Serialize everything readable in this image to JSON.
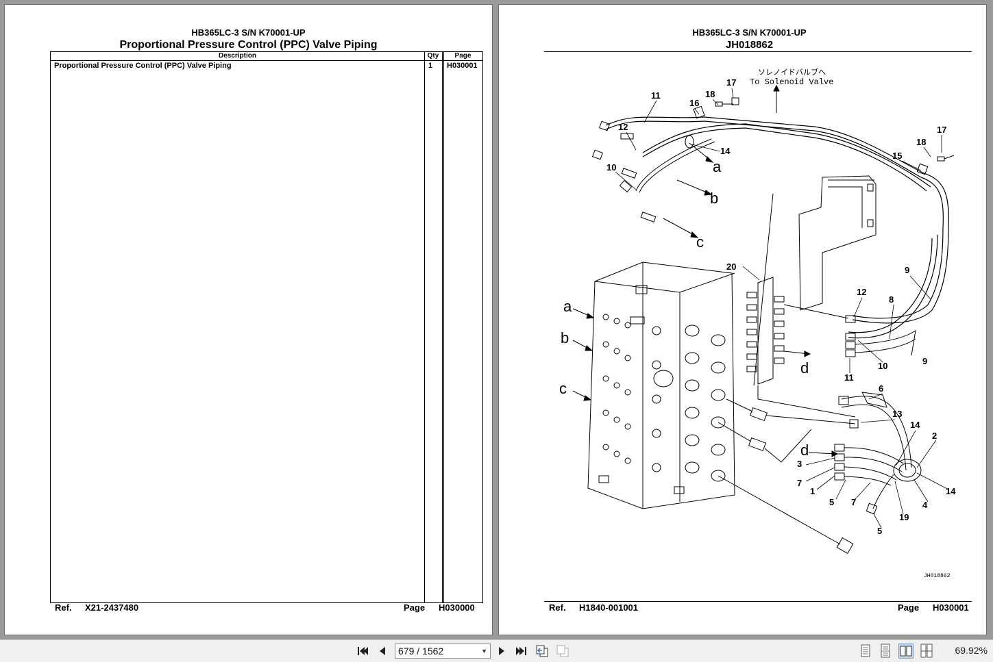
{
  "left_page": {
    "model": "HB365LC-3 S/N K70001-UP",
    "title": "Proportional Pressure Control (PPC) Valve Piping",
    "table": {
      "headers": [
        "Description",
        "Qty",
        "Page"
      ],
      "rows": [
        {
          "description": "Proportional Pressure Control (PPC) Valve Piping",
          "qty": "1",
          "page": "H030001"
        }
      ]
    },
    "footer": {
      "ref_label": "Ref.",
      "ref_value": "X21-2437480",
      "page_label": "Page",
      "page_value": "H030000"
    }
  },
  "right_page": {
    "model": "HB365LC-3 S/N K70001-UP",
    "title": "JH018862",
    "diagram": {
      "note_jp": "ソレノイドバルブへ",
      "note_en": "To Solenoid Valve",
      "drawing_id": "JH018862",
      "callouts": [
        "17",
        "18",
        "11",
        "16",
        "12",
        "14",
        "10",
        "17",
        "18",
        "15",
        "20",
        "12",
        "8",
        "9",
        "10",
        "9",
        "11",
        "6",
        "13",
        "14",
        "2",
        "3",
        "7",
        "1",
        "5",
        "7",
        "4",
        "19",
        "5",
        "14"
      ],
      "port_letters": [
        "a",
        "b",
        "c",
        "a",
        "b",
        "c",
        "d",
        "d"
      ]
    },
    "footer": {
      "ref_label": "Ref.",
      "ref_value": "H1840-001001",
      "page_label": "Page",
      "page_value": "H030001"
    }
  },
  "toolbar": {
    "current_page": "679",
    "separator": "/",
    "total_pages": "1562",
    "zoom": "69.92%",
    "icons": [
      "first-page-icon",
      "prev-page-icon",
      "next-page-icon",
      "last-page-icon",
      "previous-view-icon",
      "next-view-icon",
      "single-page-icon",
      "continuous-icon",
      "facing-icon",
      "continuous-facing-icon"
    ]
  }
}
